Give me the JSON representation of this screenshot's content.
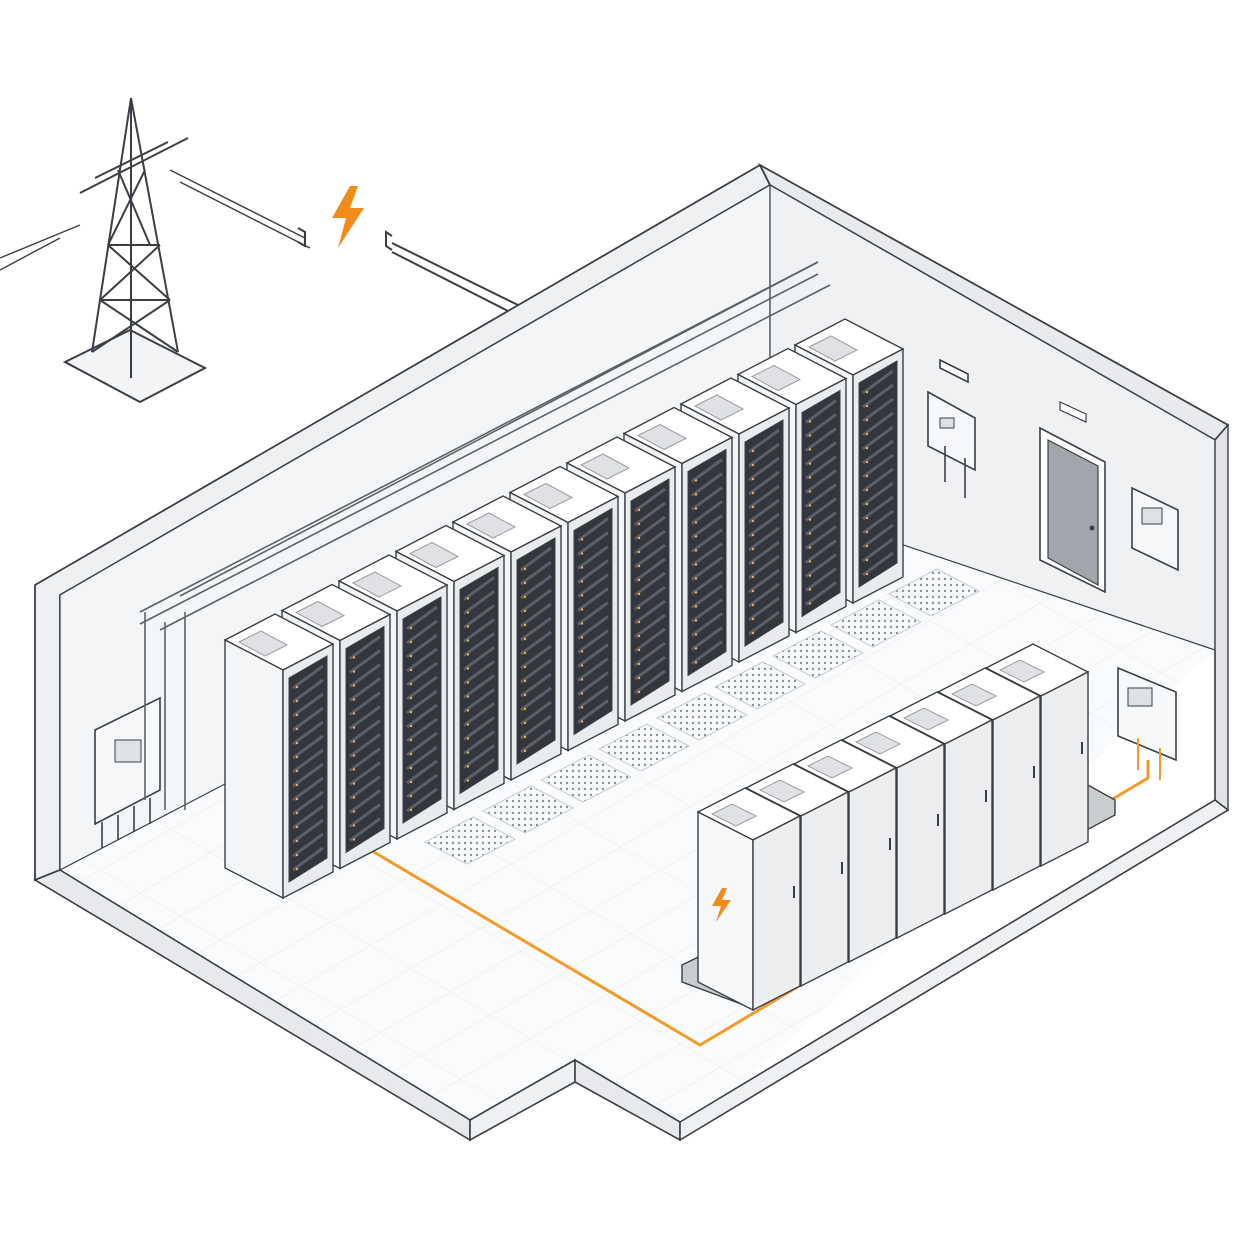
{
  "colors": {
    "background": "#ffffff",
    "line": "#3b3f45",
    "wall": "#f1f2f4",
    "wall_shade": "#e3e5e8",
    "floor": "#fafbfc",
    "rack_body": "#f4f5f6",
    "rack_door": "#33373d",
    "rack_slot": "#5b6068",
    "power_cable": "#f39a2b",
    "power_icon": "#f08c1a",
    "vent": "#9a9ea4",
    "door": "#9ea2a8"
  },
  "icons": {
    "grid_feed": "lightning-bolt-icon",
    "ups_bank": "lightning-bolt-icon"
  },
  "equipment": {
    "server_rack_count": 11,
    "ups_cabinet_count": 7,
    "floor_vent_count": 9
  }
}
